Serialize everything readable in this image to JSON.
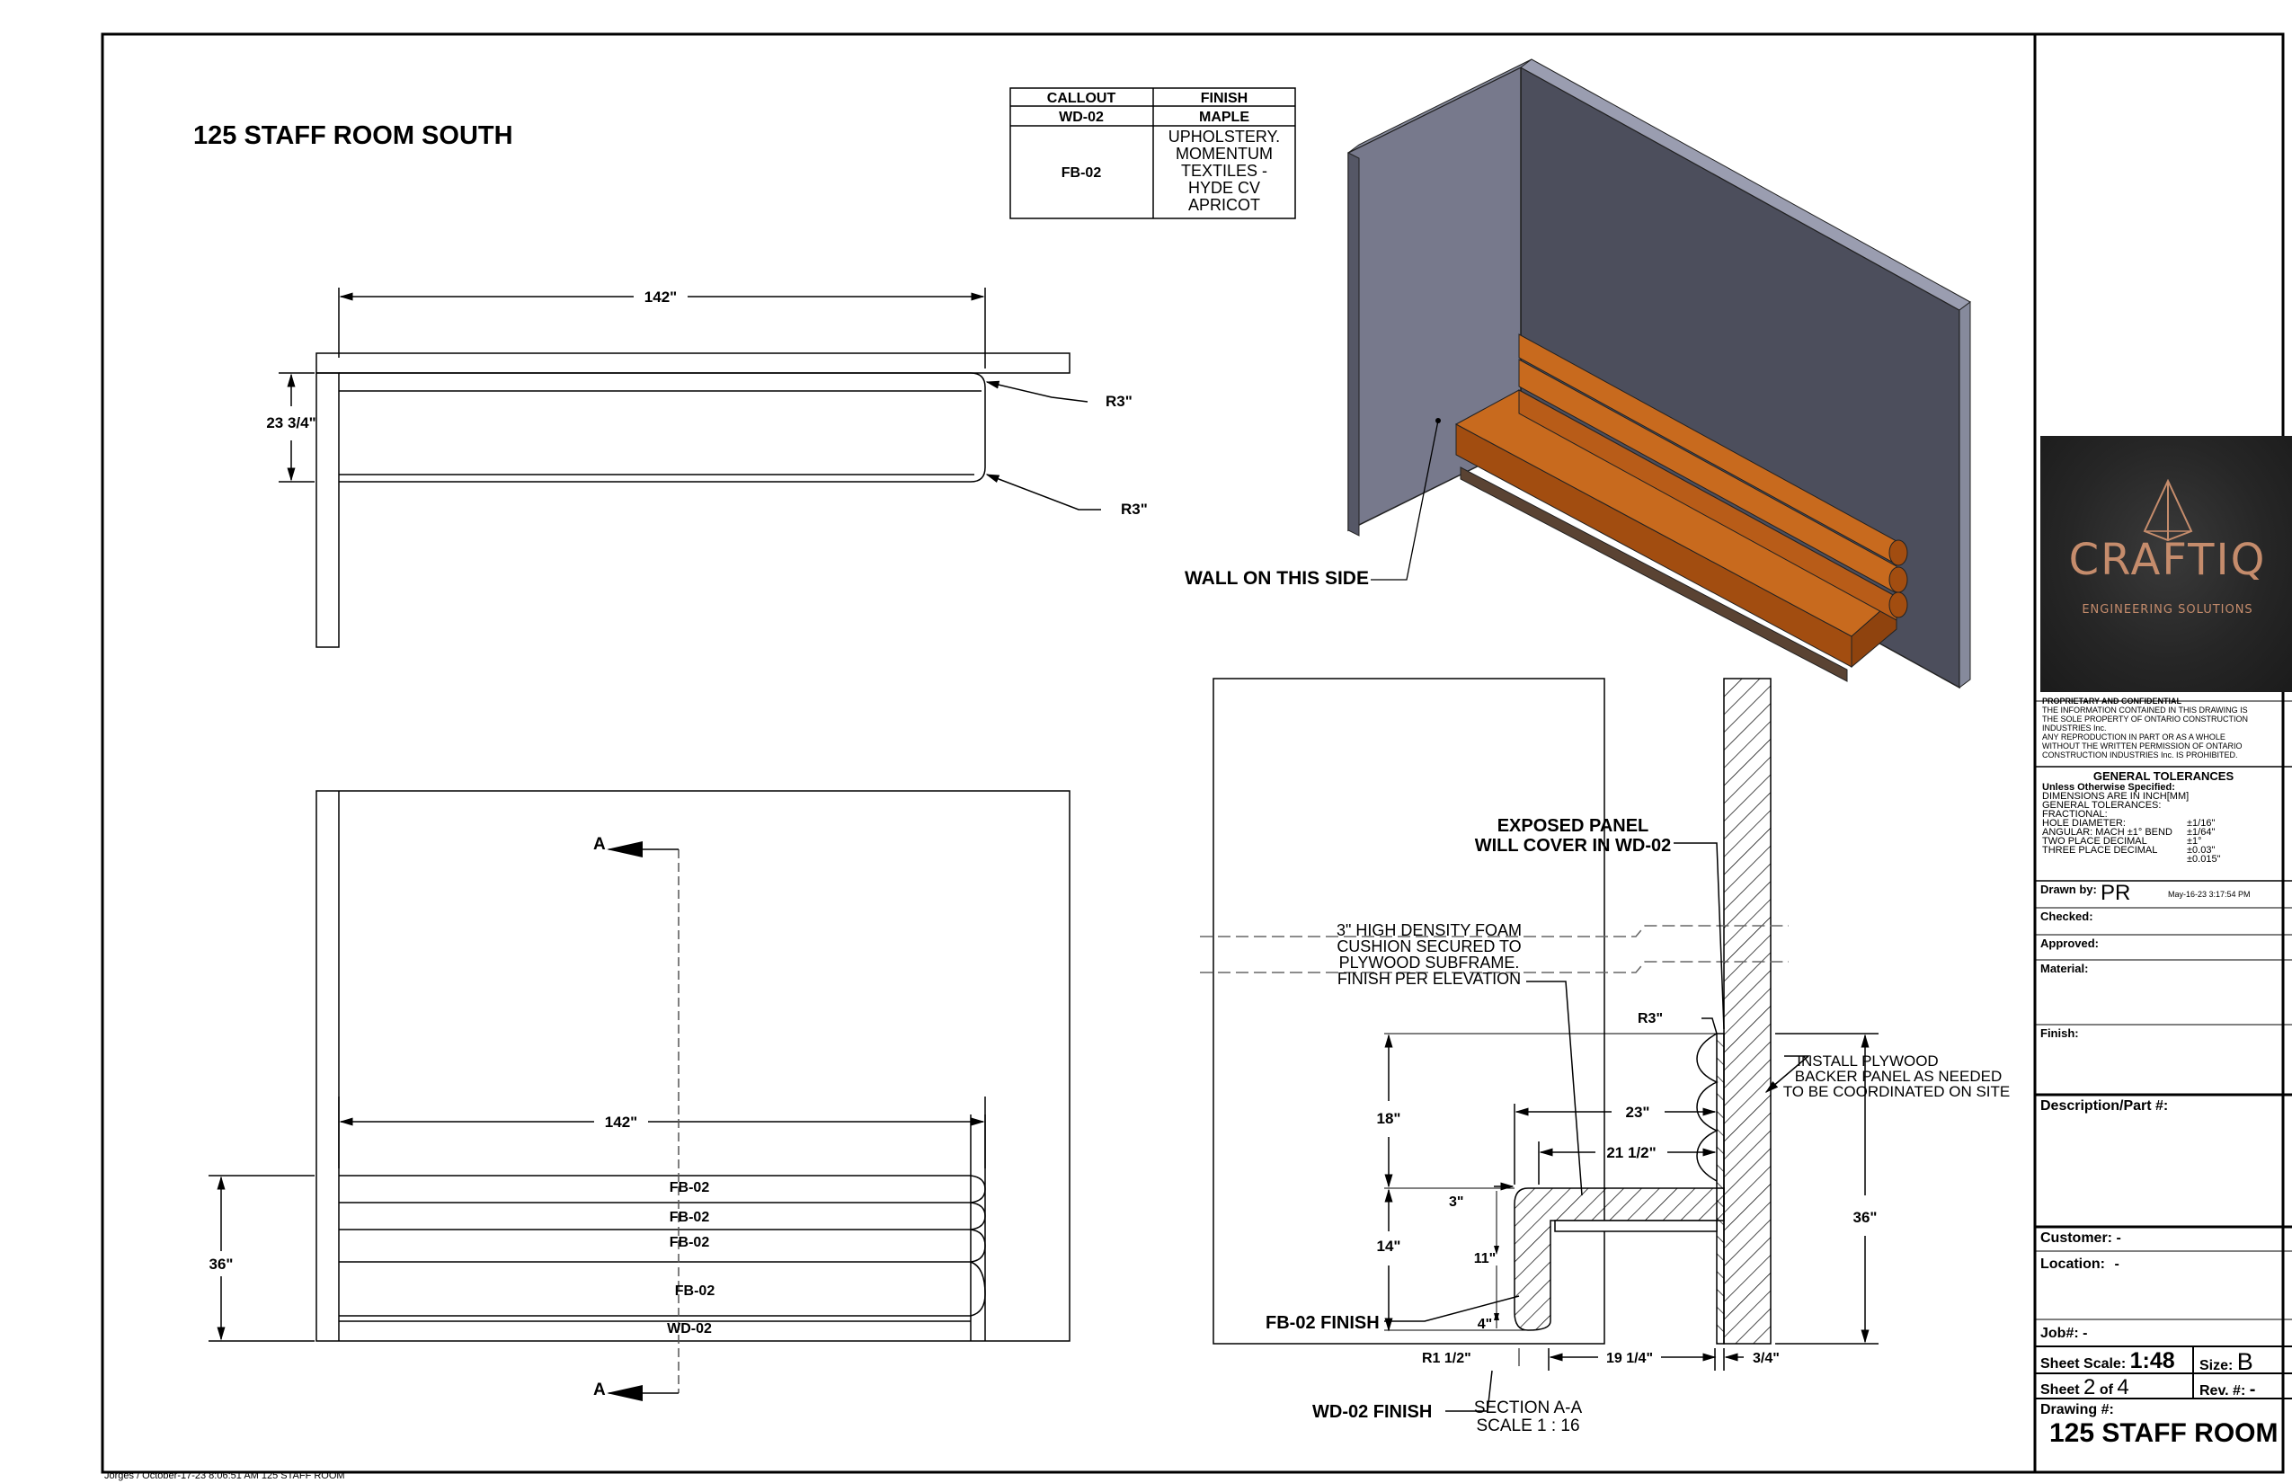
{
  "title": "125 STAFF ROOM SOUTH",
  "finish_table": {
    "headers": [
      "CALLOUT",
      "FINISH"
    ],
    "rows": [
      {
        "callout": "WD-02",
        "finish": [
          "MAPLE"
        ]
      },
      {
        "callout": "FB-02",
        "finish": [
          "UPHOLSTERY.",
          "MOMENTUM",
          "TEXTILES -",
          "HYDE CV",
          "APRICOT"
        ]
      }
    ]
  },
  "plan_view": {
    "width_dim": "142\"",
    "depth_dim": "23 3/4\"",
    "radius_1": "R3\"",
    "radius_2": "R3\""
  },
  "elevation_view": {
    "width_dim": "142\"",
    "height_dim": "36\"",
    "section_marker": "A",
    "labels": [
      "FB-02",
      "FB-02",
      "FB-02",
      "FB-02",
      "WD-02"
    ]
  },
  "iso_view": {
    "wall_label": "WALL ON THIS SIDE"
  },
  "colors": {
    "wall_face": "#77798c",
    "wall_back": "#4c4e5c",
    "wall_edge": "#868a9c",
    "cushion": "#c86a1e",
    "cushion_dark": "#a24d10"
  },
  "section_view": {
    "exposed_panel": [
      "EXPOSED PANEL",
      "WILL COVER IN WD-02"
    ],
    "foam_note": [
      "3\" HIGH DENSITY FOAM",
      "CUSHION SECURED TO",
      "PLYWOOD SUBFRAME.",
      "FINISH PER ELEVATION"
    ],
    "r3": "R3\"",
    "install_note": [
      "INSTALL PLYWOOD",
      "BACKER PANEL AS NEEDED",
      "TO BE COORDINATED ON SITE"
    ],
    "dim_18": "18\"",
    "dim_23": "23\"",
    "dim_21_half": "21 1/2\"",
    "dim_3": "3\"",
    "dim_14": "14\"",
    "dim_11": "11\"",
    "dim_4": "4\"",
    "dim_36": "36\"",
    "dim_r1_half": "R1 1/2\"",
    "dim_19_quarter": "19 1/4\"",
    "dim_3_quarter": "3/4\"",
    "fb02_finish": "FB-02 FINISH",
    "wd02_finish": "WD-02 FINISH",
    "section_title": "SECTION A-A",
    "section_scale": "SCALE 1 : 16"
  },
  "title_block": {
    "logo_name": "CRAFTIQ",
    "logo_sub": "ENGINEERING SOLUTIONS",
    "proprietary": [
      "PROPRIETARY AND CONFIDENTIAL",
      "THE INFORMATION CONTAINED IN THIS DRAWING IS",
      "THE SOLE PROPERTY OF ONTARIO CONSTRUCTION",
      "INDUSTRIES Inc.",
      "ANY REPRODUCTION IN PART OR AS A WHOLE",
      "WITHOUT THE WRITTEN PERMISSION OF ONTARIO",
      "CONSTRUCTION INDUSTRIES Inc. IS PROHIBITED."
    ],
    "tolerances_title": "GENERAL TOLERANCES",
    "tolerances": [
      "Unless Otherwise Specified:",
      "DIMENSIONS ARE IN INCH[MM]",
      "GENERAL TOLERANCES:",
      "FRACTIONAL:",
      "HOLE DIAMETER:",
      "ANGULAR: MACH ±1° BEND",
      "TWO PLACE DECIMAL",
      "THREE PLACE DECIMAL"
    ],
    "tolerance_values": [
      "±1/16\"",
      "±1/64\"",
      "±1°",
      "±0.03\"",
      "±0.015\""
    ],
    "drawn_by_label": "Drawn by:",
    "drawn_by": "PR",
    "drawn_date": "May-16-23 3:17:54 PM",
    "checked_label": "Checked:",
    "approved_label": "Approved:",
    "material_label": "Material:",
    "finish_label": "Finish:",
    "description_label": "Description/Part #:",
    "customer_label": "Customer:",
    "customer": "-",
    "location_label": "Location:",
    "location": "-",
    "job_label": "Job#:",
    "job": "-",
    "sheet_scale_label": "Sheet Scale:",
    "sheet_scale": "1:48",
    "size_label": "Size:",
    "size": "B",
    "sheet_label": "Sheet",
    "sheet": "2",
    "of_label": "of",
    "sheet_total": "4",
    "rev_label": "Rev. #:",
    "rev": "-",
    "drawing_label": "Drawing #:",
    "drawing": "125 STAFF ROOM"
  },
  "footer": "Jorges / October-17-23 8:06:51 AM  125 STAFF ROOM"
}
